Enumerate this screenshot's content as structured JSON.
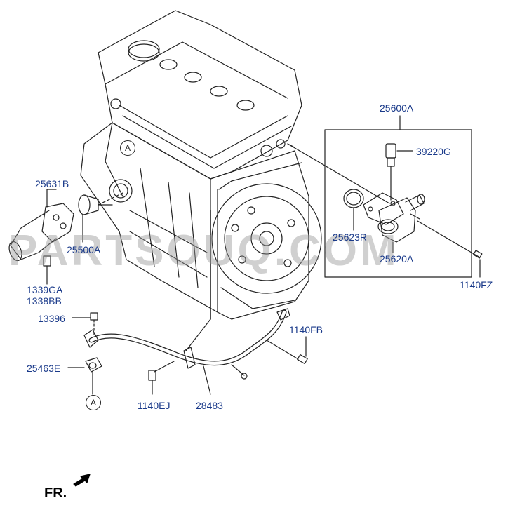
{
  "labels": {
    "p25600A": "25600A",
    "p39220G": "39220G",
    "p25631B": "25631B",
    "p25500A": "25500A",
    "p25623R": "25623R",
    "p25620A": "25620A",
    "p1339GA": "1339GA",
    "p1338BB": "1338BB",
    "p1140FZ": "1140FZ",
    "p13396": "13396",
    "p1140FB": "1140FB",
    "p25463E": "25463E",
    "p1140EJ": "1140EJ",
    "p28483": "28483"
  },
  "callouts": {
    "a_top": "A",
    "a_bottom": "A"
  },
  "watermark": "PARTSOUQ.COM",
  "fr_label": "FR.",
  "colors": {
    "label": "#1a3a8a",
    "line": "#222222",
    "watermark": "#969696"
  }
}
